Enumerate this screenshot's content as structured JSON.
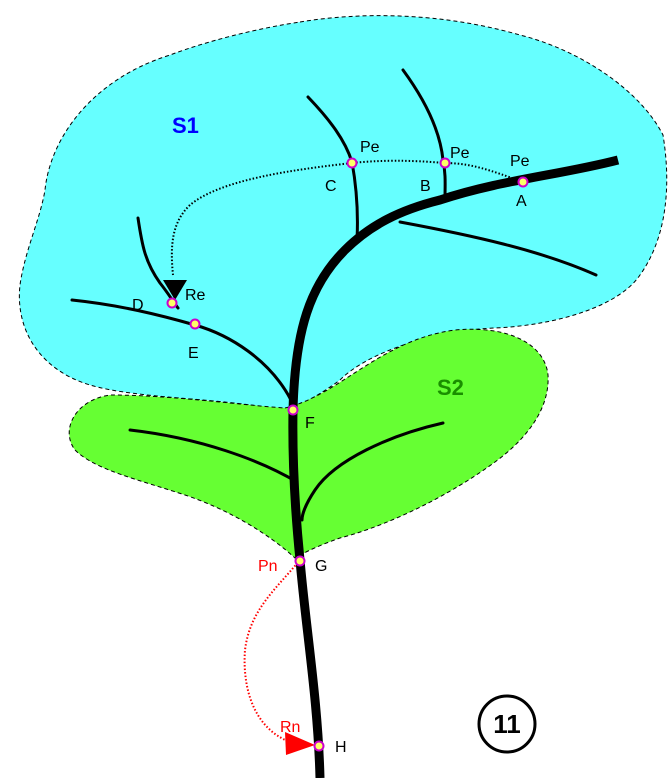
{
  "zones": {
    "s1": {
      "label": "S1",
      "fill": "#66ffff",
      "text_color": "#0000ff"
    },
    "s2": {
      "label": "S2",
      "fill": "#66ff33",
      "text_color": "#1a8f00"
    }
  },
  "points": {
    "a": "A",
    "b": "B",
    "c": "C",
    "d": "D",
    "e": "E",
    "f": "F",
    "g": "G",
    "h": "H"
  },
  "markers": {
    "pe_c": "Pe",
    "pe_b": "Pe",
    "pe_a": "Pe",
    "re": "Re",
    "pn": "Pn",
    "rn": "Rn"
  },
  "badge": "11",
  "colors": {
    "river": "#000000",
    "point_fill": "#ffff66",
    "point_stroke": "#cc00cc",
    "red_path": "#ff0000"
  }
}
